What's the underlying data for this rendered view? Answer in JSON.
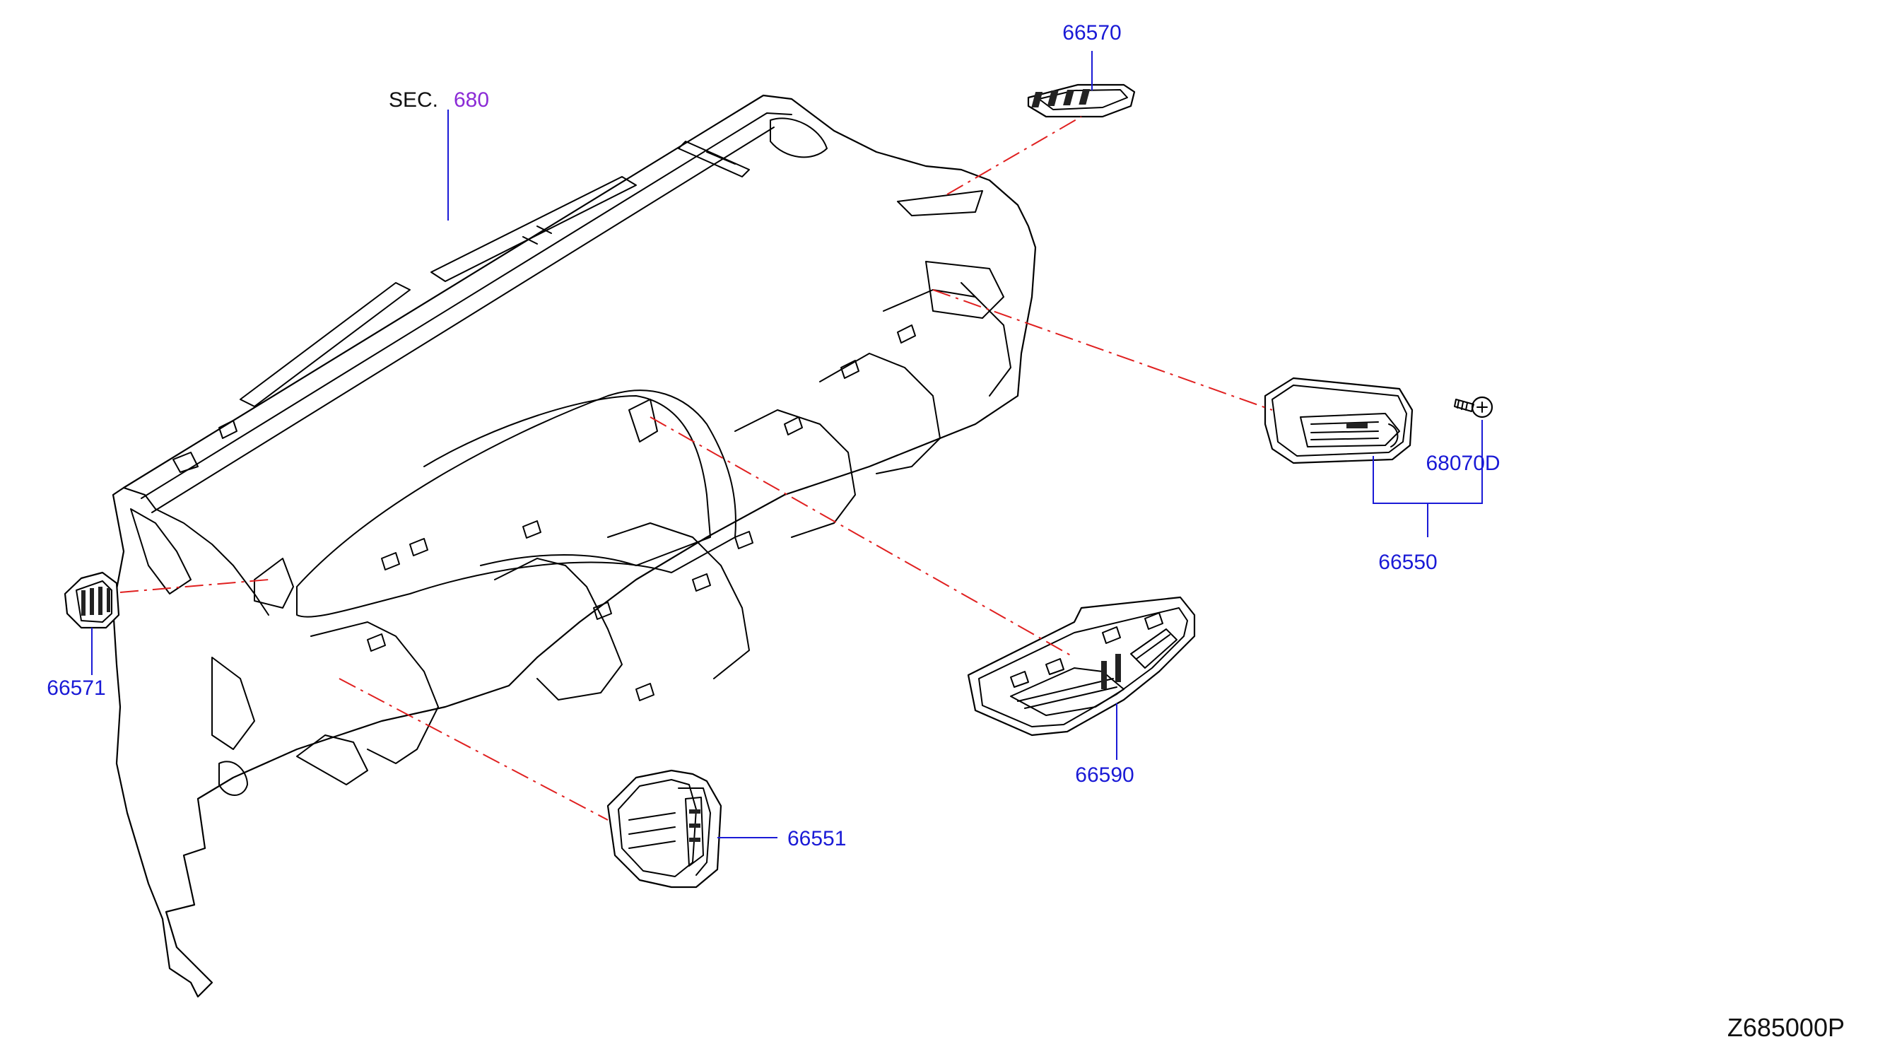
{
  "section": {
    "prefix": "SEC.",
    "number": "680"
  },
  "parts": {
    "p66570": "66570",
    "p66571": "66571",
    "p66550": "66550",
    "p68070D": "68070D",
    "p66590": "66590",
    "p66551": "66551"
  },
  "reference_code": "Z685000P"
}
